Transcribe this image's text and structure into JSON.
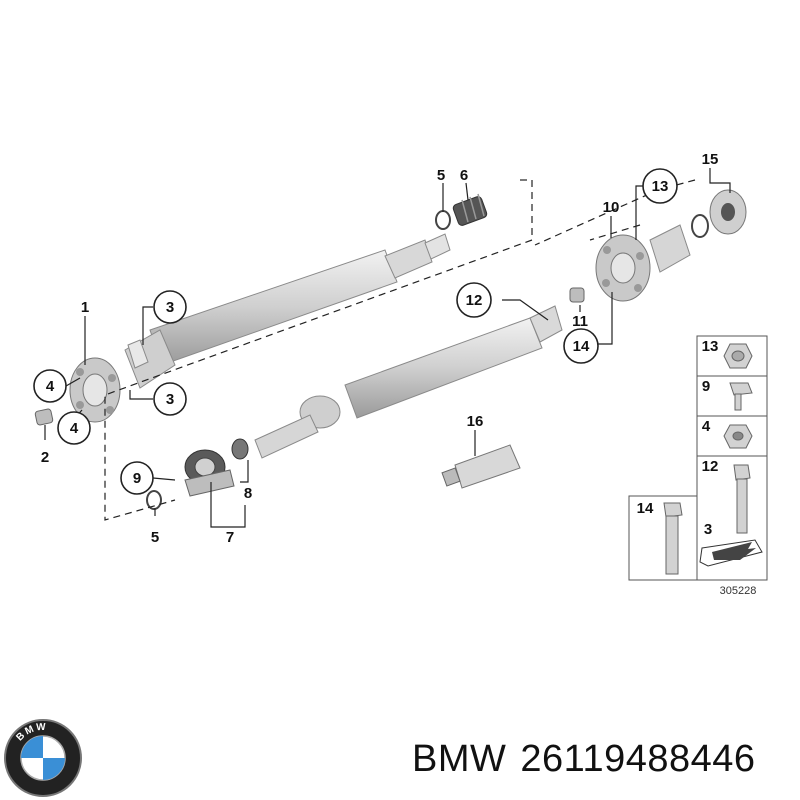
{
  "diagram": {
    "reference_number": "305228",
    "callouts": {
      "c1": "1",
      "c2": "2",
      "c3a": "3",
      "c3b": "3",
      "c4a": "4",
      "c4b": "4",
      "c5a": "5",
      "c5b": "5",
      "c6": "6",
      "c7": "7",
      "c8": "8",
      "c9": "9",
      "c10": "10",
      "c11": "11",
      "c12": "12",
      "c13": "13",
      "c14": "14",
      "c15": "15",
      "c16": "16"
    },
    "legend": {
      "l13": "13",
      "l9": "9",
      "l4": "4",
      "l12": "12",
      "l3": "3",
      "l14": "14"
    }
  },
  "brand": {
    "logo_letters": "BMW",
    "name": "BMW",
    "part_number": "26119488446"
  },
  "colors": {
    "part_fill": "#d4d4d4",
    "part_stroke": "#7a7a7a",
    "line": "#222222",
    "logo_blue": "#3a8fd6"
  }
}
